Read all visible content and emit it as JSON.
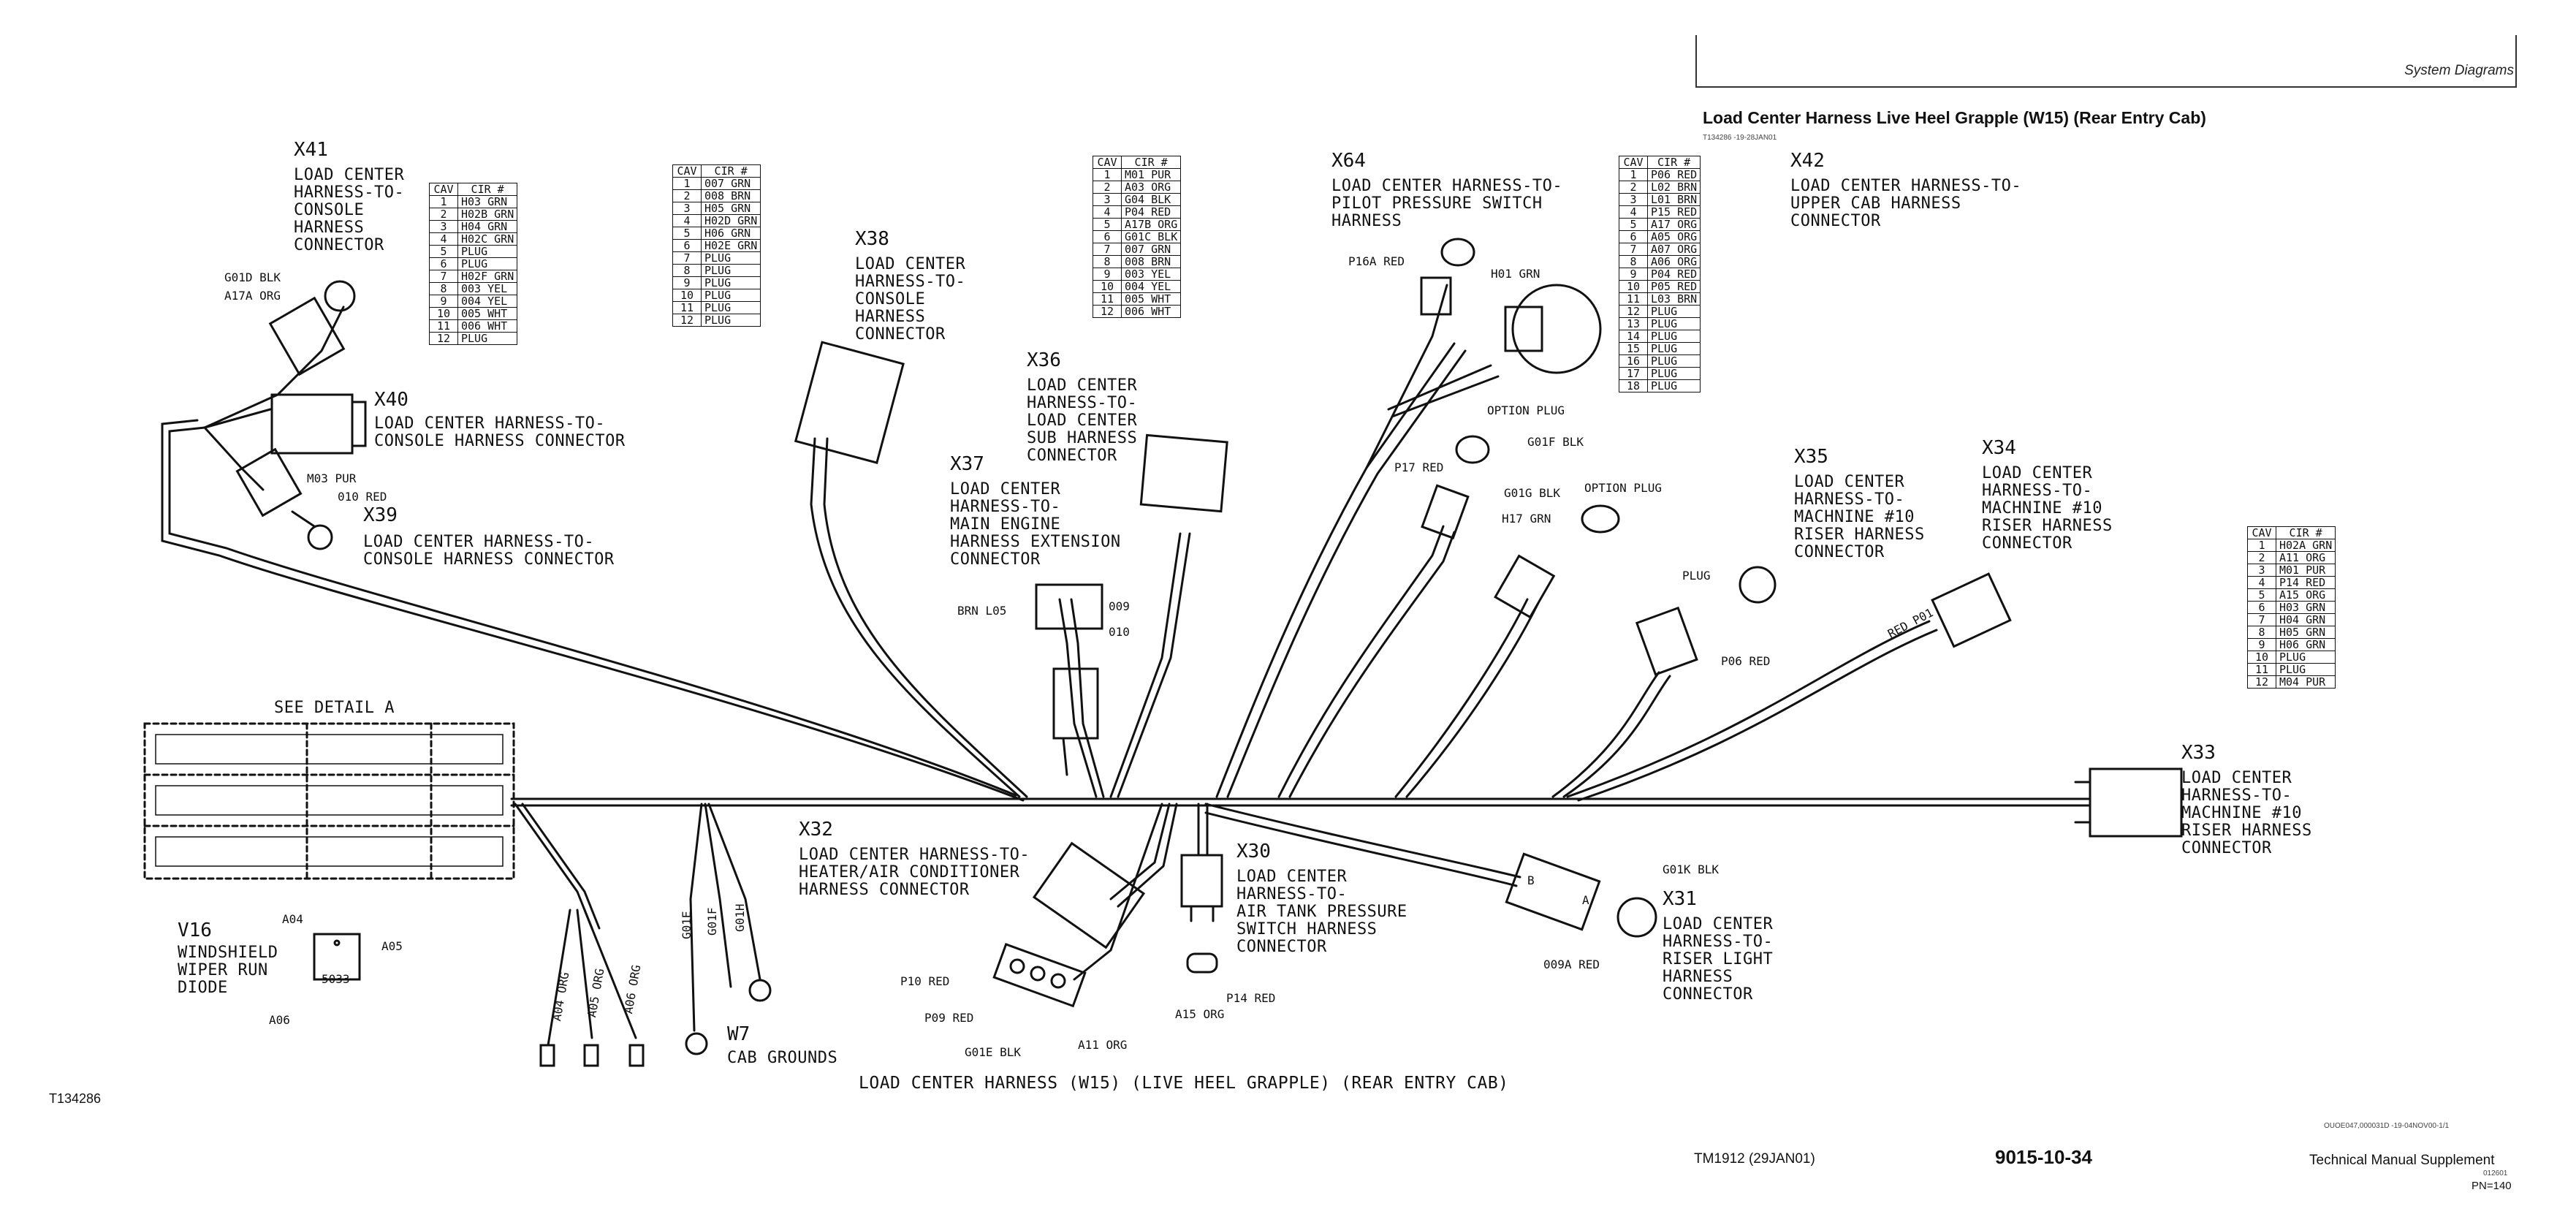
{
  "header": {
    "section": "System Diagrams",
    "title": "Load Center Harness Live Heel Grapple (W15) (Rear Entry Cab)",
    "title_ref": "T134286  -19-28JAN01"
  },
  "diagram_caption": "LOAD CENTER HARNESS (W15) (LIVE HEEL GRAPPLE) (REAR ENTRY CAB)",
  "figure_id": "T134286",
  "see_detail": "SEE DETAIL A",
  "connectors": {
    "x41": {
      "id": "X41",
      "desc": "LOAD CENTER\nHARNESS-TO-\nCONSOLE\nHARNESS\nCONNECTOR"
    },
    "x40": {
      "id": "X40",
      "desc": "LOAD CENTER HARNESS-TO-\nCONSOLE HARNESS CONNECTOR"
    },
    "x39": {
      "id": "X39",
      "desc": "LOAD CENTER HARNESS-TO-\nCONSOLE HARNESS CONNECTOR"
    },
    "x38": {
      "id": "X38",
      "desc": "LOAD CENTER\nHARNESS-TO-\nCONSOLE\nHARNESS\nCONNECTOR"
    },
    "x37": {
      "id": "X37",
      "desc": "LOAD CENTER\nHARNESS-TO-\nMAIN ENGINE\nHARNESS EXTENSION\nCONNECTOR"
    },
    "x36": {
      "id": "X36",
      "desc": "LOAD CENTER\nHARNESS-TO-\nLOAD CENTER\nSUB HARNESS\nCONNECTOR"
    },
    "x64": {
      "id": "X64",
      "desc": "LOAD CENTER HARNESS-TO-\nPILOT PRESSURE SWITCH\nHARNESS"
    },
    "x42": {
      "id": "X42",
      "desc": "LOAD CENTER HARNESS-TO-\nUPPER CAB HARNESS\nCONNECTOR"
    },
    "x35": {
      "id": "X35",
      "desc": "LOAD CENTER\nHARNESS-TO-\nMACHNINE #10\nRISER HARNESS\nCONNECTOR"
    },
    "x34": {
      "id": "X34",
      "desc": "LOAD CENTER\nHARNESS-TO-\nMACHNINE #10\nRISER HARNESS\nCONNECTOR"
    },
    "x33": {
      "id": "X33",
      "desc": "LOAD CENTER\nHARNESS-TO-\nMACHNINE #10\nRISER HARNESS\nCONNECTOR"
    },
    "x32": {
      "id": "X32",
      "desc": "LOAD CENTER HARNESS-TO-\nHEATER/AIR CONDITIONER\nHARNESS CONNECTOR"
    },
    "x30": {
      "id": "X30",
      "desc": "LOAD CENTER\nHARNESS-TO-\nAIR TANK PRESSURE\nSWITCH HARNESS\nCONNECTOR"
    },
    "x31": {
      "id": "X31",
      "desc": "LOAD CENTER\nHARNESS-TO-\nRISER LIGHT\nHARNESS\nCONNECTOR"
    },
    "v16": {
      "id": "V16",
      "desc": "WINDSHIELD\nWIPER RUN\nDIODE"
    },
    "w7": {
      "id": "W7",
      "desc": "CAB GROUNDS"
    }
  },
  "wire_labels": {
    "g01d_blk": "G01D BLK",
    "a17a_org": "A17A ORG",
    "m03_pur": "M03 PUR",
    "o10_red": "010 RED",
    "brn_l05": "BRN L05",
    "w009": "009",
    "w010": "010",
    "p16a_red": "P16A RED",
    "h01_grn": "H01 GRN",
    "option_plug_1": "OPTION PLUG",
    "g01f_blk": "G01F BLK",
    "p17_red": "P17 RED",
    "g01g_blk": "G01G BLK",
    "option_plug_2": "OPTION PLUG",
    "h17_grn": "H17 GRN",
    "plug": "PLUG",
    "p06_red": "P06 RED",
    "red_p01": "RED P01",
    "g01k_blk": "G01K BLK",
    "o09a_red": "009A RED",
    "p10_red": "P10 RED",
    "p09_red": "P09 RED",
    "g01e_blk": "G01E BLK",
    "a11_org": "A11 ORG",
    "p14_red": "P14 RED",
    "a15_org": "A15 ORG",
    "a04": "A04",
    "a05": "A05",
    "a06": "A06",
    "diode_num": "5033",
    "a04_org": "A04 ORG",
    "a05_org": "A05 ORG",
    "a06_org": "A06 ORG",
    "g01e": "G01E",
    "g01f": "G01F",
    "g01h": "G01H",
    "pin_b": "B",
    "pin_a": "A"
  },
  "tables": {
    "t1": {
      "headers": [
        "CAV",
        "CIR #"
      ],
      "rows": [
        [
          "1",
          "H03 GRN"
        ],
        [
          "2",
          "H02B GRN"
        ],
        [
          "3",
          "H04 GRN"
        ],
        [
          "4",
          "H02C GRN"
        ],
        [
          "5",
          "PLUG"
        ],
        [
          "6",
          "PLUG"
        ],
        [
          "7",
          "H02F GRN"
        ],
        [
          "8",
          "003 YEL"
        ],
        [
          "9",
          "004 YEL"
        ],
        [
          "10",
          "005 WHT"
        ],
        [
          "11",
          "006 WHT"
        ],
        [
          "12",
          "PLUG"
        ]
      ]
    },
    "t2": {
      "headers": [
        "CAV",
        "CIR #"
      ],
      "rows": [
        [
          "1",
          "007 GRN"
        ],
        [
          "2",
          "008 BRN"
        ],
        [
          "3",
          "H05 GRN"
        ],
        [
          "4",
          "H02D GRN"
        ],
        [
          "5",
          "H06 GRN"
        ],
        [
          "6",
          "H02E GRN"
        ],
        [
          "7",
          "PLUG"
        ],
        [
          "8",
          "PLUG"
        ],
        [
          "9",
          "PLUG"
        ],
        [
          "10",
          "PLUG"
        ],
        [
          "11",
          "PLUG"
        ],
        [
          "12",
          "PLUG"
        ]
      ]
    },
    "t3": {
      "headers": [
        "CAV",
        "CIR #"
      ],
      "rows": [
        [
          "1",
          "M01 PUR"
        ],
        [
          "2",
          "A03 ORG"
        ],
        [
          "3",
          "G04 BLK"
        ],
        [
          "4",
          "P04 RED"
        ],
        [
          "5",
          "A17B ORG"
        ],
        [
          "6",
          "G01C BLK"
        ],
        [
          "7",
          "007 GRN"
        ],
        [
          "8",
          "008 BRN"
        ],
        [
          "9",
          "003 YEL"
        ],
        [
          "10",
          "004 YEL"
        ],
        [
          "11",
          "005 WHT"
        ],
        [
          "12",
          "006 WHT"
        ]
      ]
    },
    "t4": {
      "headers": [
        "CAV",
        "CIR #"
      ],
      "rows": [
        [
          "1",
          "P06 RED"
        ],
        [
          "2",
          "L02 BRN"
        ],
        [
          "3",
          "L01 BRN"
        ],
        [
          "4",
          "P15 RED"
        ],
        [
          "5",
          "A17 ORG"
        ],
        [
          "6",
          "A05 ORG"
        ],
        [
          "7",
          "A07 ORG"
        ],
        [
          "8",
          "A06 ORG"
        ],
        [
          "9",
          "P04 RED"
        ],
        [
          "10",
          "P05 RED"
        ],
        [
          "11",
          "L03 BRN"
        ],
        [
          "12",
          "PLUG"
        ],
        [
          "13",
          "PLUG"
        ],
        [
          "14",
          "PLUG"
        ],
        [
          "15",
          "PLUG"
        ],
        [
          "16",
          "PLUG"
        ],
        [
          "17",
          "PLUG"
        ],
        [
          "18",
          "PLUG"
        ]
      ]
    },
    "t5": {
      "headers": [
        "CAV",
        "CIR #"
      ],
      "rows": [
        [
          "1",
          "H02A GRN"
        ],
        [
          "2",
          "A11 ORG"
        ],
        [
          "3",
          "M01 PUR"
        ],
        [
          "4",
          "P14 RED"
        ],
        [
          "5",
          "A15 ORG"
        ],
        [
          "6",
          "H03 GRN"
        ],
        [
          "7",
          "H04 GRN"
        ],
        [
          "8",
          "H05 GRN"
        ],
        [
          "9",
          "H06 GRN"
        ],
        [
          "10",
          "PLUG"
        ],
        [
          "11",
          "PLUG"
        ],
        [
          "12",
          "M04 PUR"
        ]
      ]
    }
  },
  "footer": {
    "doc": "TM1912 (29JAN01)",
    "page": "9015-10-34",
    "supplement": "Technical Manual Supplement",
    "code": "012601",
    "pn": "PN=140",
    "tiny_ref": "OUOE047,000031D  -19-04NOV00-1/1"
  }
}
